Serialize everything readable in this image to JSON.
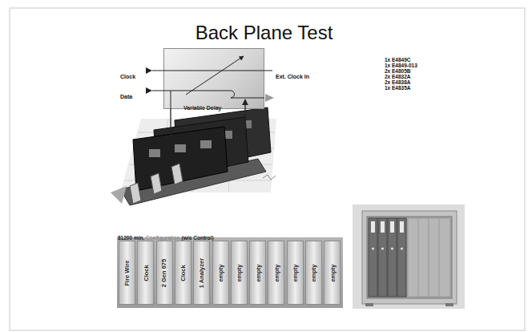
{
  "diagram": {
    "title": "Back Plane Test",
    "nodes": [
      {
        "text": [
          "Variable Delay"
        ]
      },
      {
        "text": [
          "81200 min.",
          "Configuration",
          "(w/o Control)"
        ]
      },
      {
        "text": [
          "Fire Wire"
        ],
        "in": 1
      },
      {
        "text": [
          "Clock"
        ],
        "in": 1
      },
      {
        "text": [
          "2 Gen 675"
        ],
        "in": 1
      },
      {
        "text": [
          "Clock"
        ],
        "in": 1
      },
      {
        "text": [
          "1 Analyzer"
        ],
        "in": 1
      },
      {
        "text": [
          "empty"
        ],
        "in": 1
      },
      {
        "text": [
          "empty"
        ],
        "in": 1
      },
      {
        "text": [
          "empty"
        ],
        "in": 1
      },
      {
        "text": [
          "empty"
        ],
        "in": 1
      },
      {
        "text": [
          "empty"
        ],
        "in": 1
      },
      {
        "text": [
          "empty"
        ],
        "in": 1
      },
      {
        "text": [
          "empty"
        ],
        "in": 1
      }
    ],
    "labels": [
      "Clock",
      "Data",
      "Ext. Clock In",
      "1x E4849C",
      "1x E4849-013",
      "2x E4805B",
      "2x E4832A",
      "2x E4838A",
      "1x E4835A"
    ]
  }
}
